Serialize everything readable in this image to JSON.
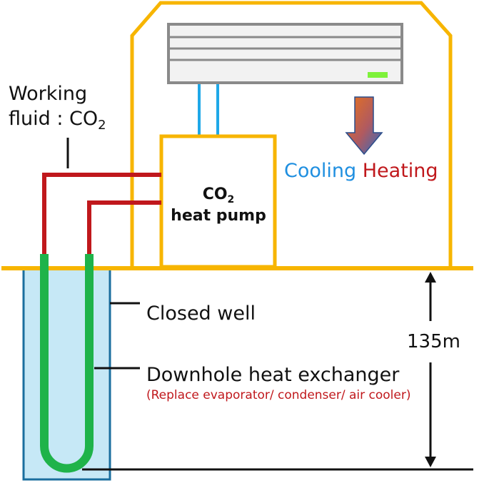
{
  "labels": {
    "working_fluid_line1": "Working",
    "working_fluid_line2": "fluid : CO",
    "working_fluid_sub": "2",
    "heat_pump_line1": "CO",
    "heat_pump_sub": "2",
    "heat_pump_line2": "heat pump",
    "cooling": "Cooling",
    "heating": "Heating",
    "closed_well": "Closed well",
    "downhole_hx": "Downhole heat exchanger",
    "downhole_note": "(Replace evaporator/ condenser/ air cooler)",
    "depth": "135m"
  },
  "colors": {
    "house": "#f7b500",
    "pipe_red": "#c0181c",
    "pipe_green": "#1fb34a",
    "pipe_blue": "#1fa8e8",
    "well_fill": "#c6e8f6",
    "well_border": "#1a6e9e",
    "ac_body": "#f2f2f2",
    "ac_border": "#8a8a8a",
    "ac_indicator": "#7ef23a",
    "arrow_top": "#e8721c",
    "arrow_bottom": "#2b6cc4"
  }
}
